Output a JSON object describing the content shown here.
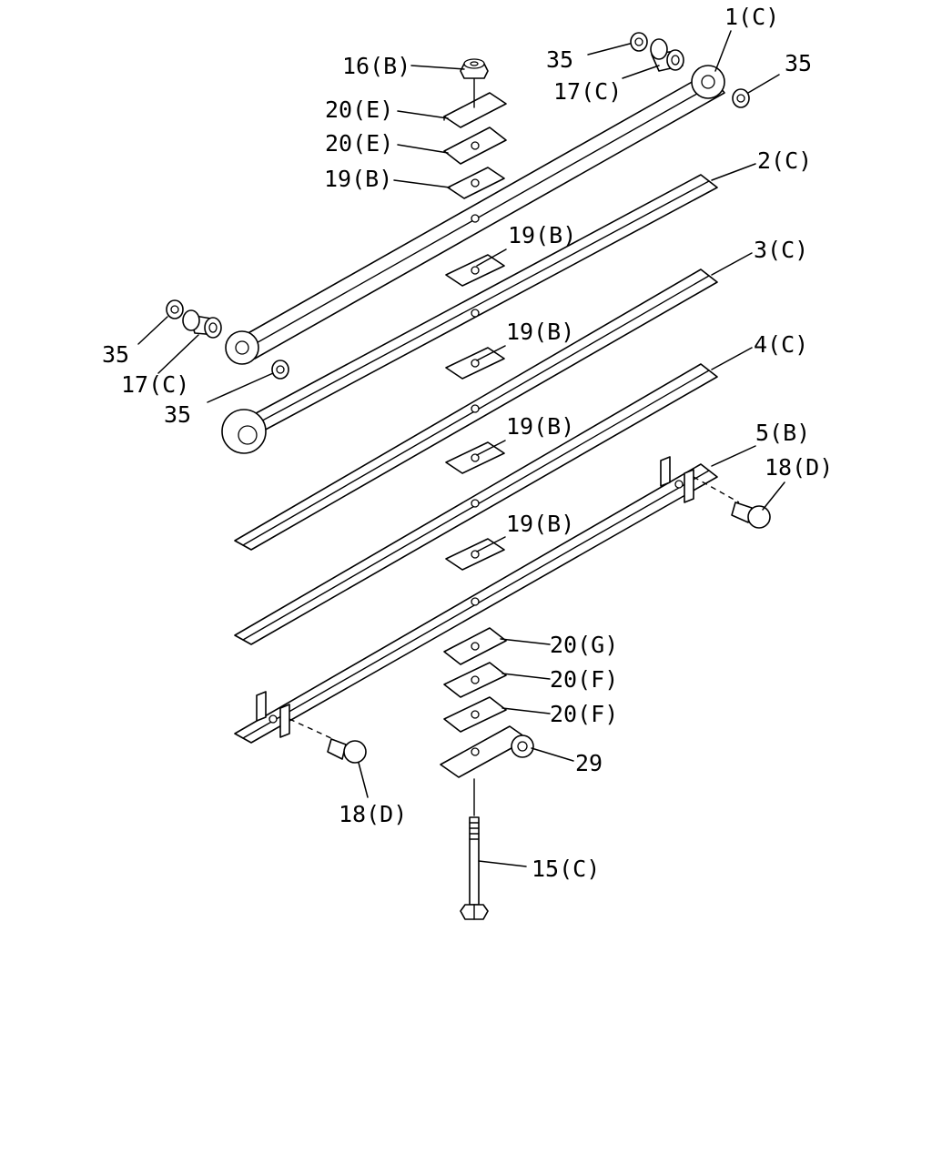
{
  "callouts": [
    {
      "id": "leaf-1",
      "text": "1(C)"
    },
    {
      "id": "leaf-2",
      "text": "2(C)"
    },
    {
      "id": "leaf-3",
      "text": "3(C)"
    },
    {
      "id": "leaf-4",
      "text": "4(C)"
    },
    {
      "id": "leaf-5",
      "text": "5(B)"
    },
    {
      "id": "nut-16",
      "text": "16(B)"
    },
    {
      "id": "plate-20e-top",
      "text": "20(E)"
    },
    {
      "id": "plate-20e-second",
      "text": "20(E)"
    },
    {
      "id": "pad-19b-top",
      "text": "19(B)"
    },
    {
      "id": "pad-19b-2",
      "text": "19(B)"
    },
    {
      "id": "pad-19b-3",
      "text": "19(B)"
    },
    {
      "id": "pad-19b-4",
      "text": "19(B)"
    },
    {
      "id": "pad-19b-5",
      "text": "19(B)"
    },
    {
      "id": "bushing-17-right",
      "text": "17(C)"
    },
    {
      "id": "bushing-17-left",
      "text": "17(C)"
    },
    {
      "id": "washer-35-top-left",
      "text": "35"
    },
    {
      "id": "washer-35-top-right",
      "text": "35"
    },
    {
      "id": "washer-35-left",
      "text": "35"
    },
    {
      "id": "washer-35-left-lower",
      "text": "35"
    },
    {
      "id": "bolt-18-right",
      "text": "18(D)"
    },
    {
      "id": "bolt-18-left",
      "text": "18(D)"
    },
    {
      "id": "plate-20g",
      "text": "20(G)"
    },
    {
      "id": "plate-20f-top",
      "text": "20(F)"
    },
    {
      "id": "plate-20f-bottom",
      "text": "20(F)"
    },
    {
      "id": "bracket-29",
      "text": "29"
    },
    {
      "id": "center-bolt-15",
      "text": "15(C)"
    }
  ]
}
